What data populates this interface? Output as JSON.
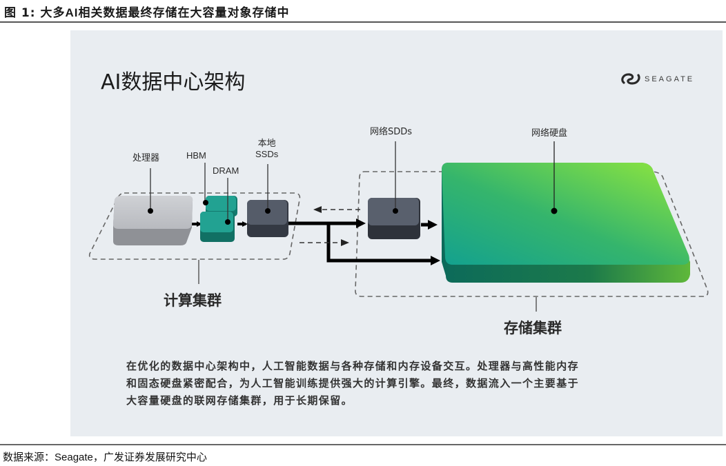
{
  "figure": {
    "number_label": "图  1:",
    "title_pre": "大多",
    "title_ai": "AI",
    "title_post": "相关数据最终存储在大容量对象存储中"
  },
  "panel": {
    "title": "AI数据中心架构",
    "logo": {
      "icon": "seagate-logo-icon",
      "text": "SEAGATE"
    },
    "components": {
      "processor": "处理器",
      "hbm": "HBM",
      "dram": "DRAM",
      "local_ssd_line1": "本地",
      "local_ssd_line2": "SSDs",
      "network_ssd": "网络SDDs",
      "network_hdd": "网络硬盘"
    },
    "clusters": {
      "compute": "计算集群",
      "storage": "存储集群"
    },
    "description": [
      "在优化的数据中心架构中，人工智能数据与各种存储和内存设备交互。处理器与高性能内存",
      "和固态硬盘紧密配合，为人工智能训练提供强大的计算引擎。最终，数据流入一个主要基于",
      "大容量硬盘的联网存储集群，用于长期保留。"
    ],
    "colors": {
      "background": "#e9edf1",
      "processor": "#bfc1c5",
      "memory": "#1f9a8c",
      "ssd": "#4b5260",
      "hdd_start": "#14a08e",
      "hdd_end": "#8ee53f"
    }
  },
  "source": {
    "prefix": "数据来源：",
    "org_en": "Seagate",
    "suffix": "，广发证券发展研究中心"
  }
}
